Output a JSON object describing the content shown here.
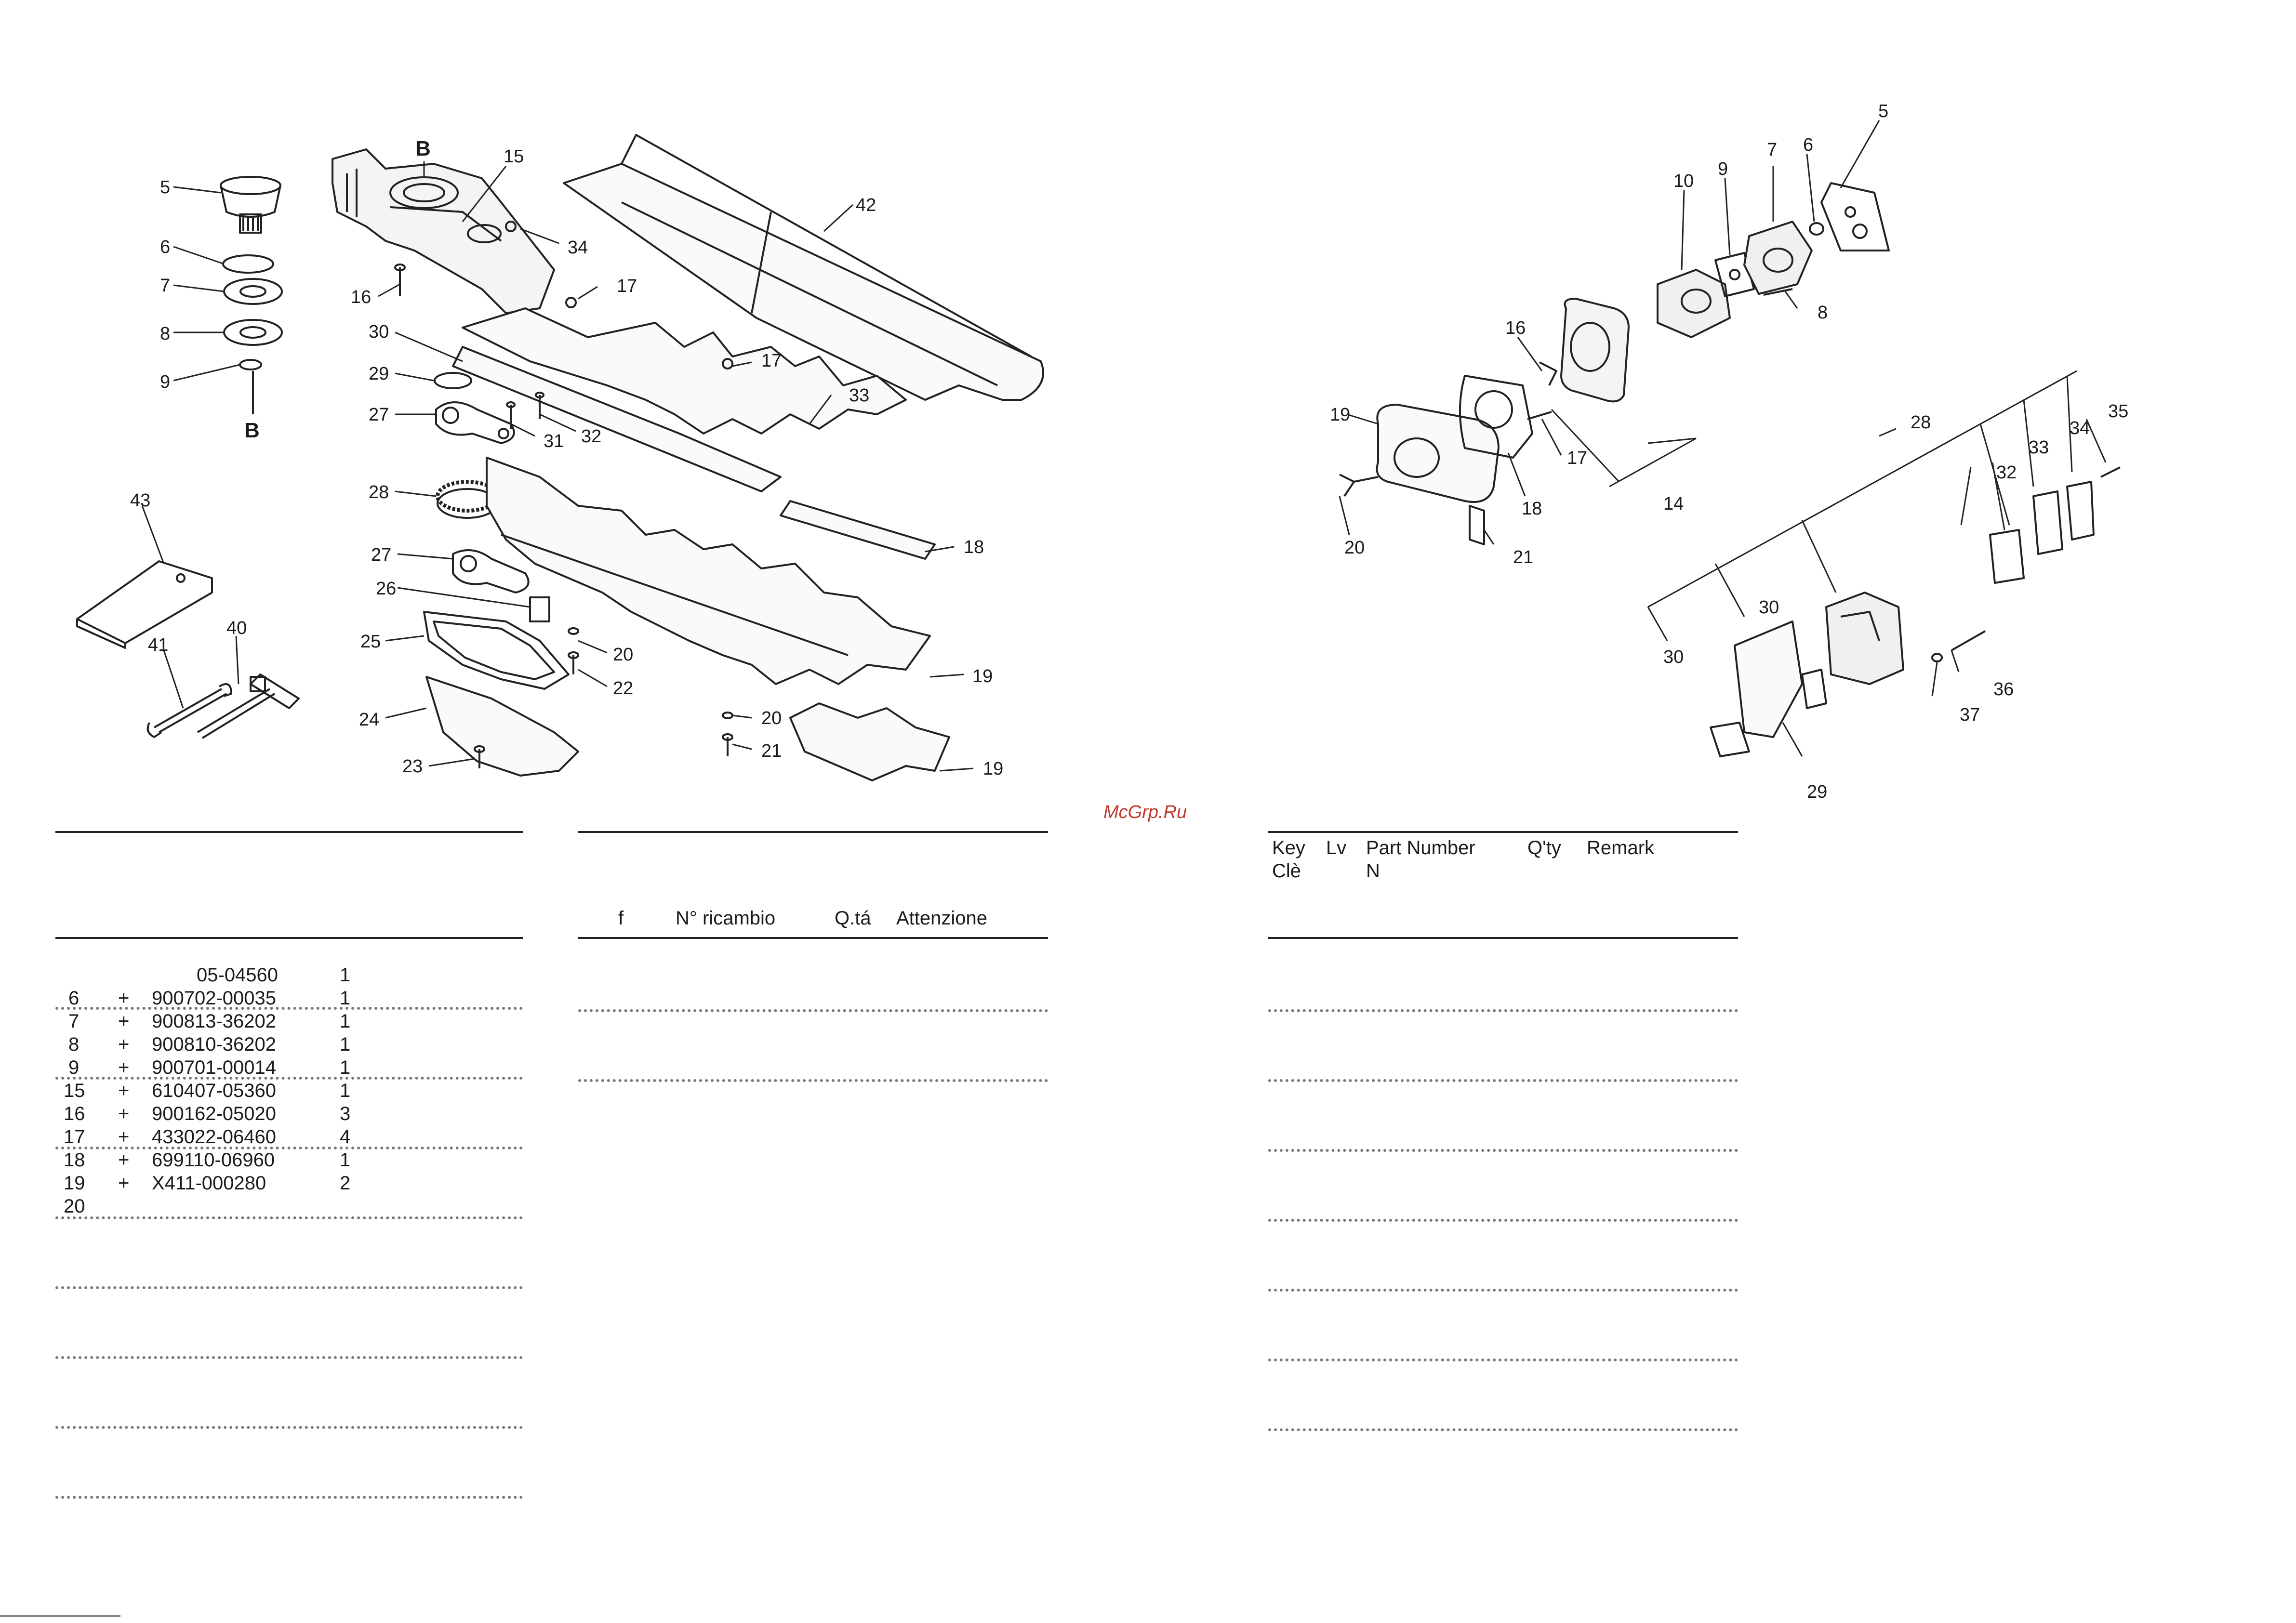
{
  "watermark": "McGrp.Ru",
  "left_callouts": [
    {
      "t": "B"
    },
    {
      "t": "15"
    },
    {
      "t": "5"
    },
    {
      "t": "6"
    },
    {
      "t": "7"
    },
    {
      "t": "8"
    },
    {
      "t": "9"
    },
    {
      "t": "B"
    },
    {
      "t": "34"
    },
    {
      "t": "16"
    },
    {
      "t": "17"
    },
    {
      "t": "42"
    },
    {
      "t": "30"
    },
    {
      "t": "29"
    },
    {
      "t": "17"
    },
    {
      "t": "27"
    },
    {
      "t": "31"
    },
    {
      "t": "32"
    },
    {
      "t": "33"
    },
    {
      "t": "28"
    },
    {
      "t": "43"
    },
    {
      "t": "27"
    },
    {
      "t": "18"
    },
    {
      "t": "26"
    },
    {
      "t": "25"
    },
    {
      "t": "20"
    },
    {
      "t": "22"
    },
    {
      "t": "19"
    },
    {
      "t": "41"
    },
    {
      "t": "40"
    },
    {
      "t": "24"
    },
    {
      "t": "20"
    },
    {
      "t": "21"
    },
    {
      "t": "23"
    },
    {
      "t": "19"
    }
  ],
  "right_callouts": [
    {
      "t": "5"
    },
    {
      "t": "10"
    },
    {
      "t": "9"
    },
    {
      "t": "7"
    },
    {
      "t": "6"
    },
    {
      "t": "8"
    },
    {
      "t": "16"
    },
    {
      "t": "19"
    },
    {
      "t": "17"
    },
    {
      "t": "18"
    },
    {
      "t": "14"
    },
    {
      "t": "20"
    },
    {
      "t": "21"
    },
    {
      "t": "28"
    },
    {
      "t": "35"
    },
    {
      "t": "34"
    },
    {
      "t": "33"
    },
    {
      "t": "32"
    },
    {
      "t": "30"
    },
    {
      "t": "30"
    },
    {
      "t": "36"
    },
    {
      "t": "37"
    },
    {
      "t": "29"
    }
  ],
  "table_middle": {
    "headers": [
      "f",
      "N° ricambio",
      "Q.tá",
      "Attenzione"
    ]
  },
  "table_right": {
    "headers": [
      {
        "line1": "Key",
        "line2": "Clè"
      },
      {
        "line1": "Lv",
        "line2": ""
      },
      {
        "line1": "Part Number",
        "line2": "N"
      },
      {
        "line1": "Q'ty",
        "line2": ""
      },
      {
        "line1": "Remark",
        "line2": ""
      }
    ]
  },
  "parts_list": [
    {
      "key": "",
      "lv": "",
      "part": "05-04560",
      "qty": "1"
    },
    {
      "key": "6",
      "lv": "+",
      "part": "900702-00035",
      "qty": "1"
    },
    {
      "key": "7",
      "lv": "+",
      "part": "900813-36202",
      "qty": "1"
    },
    {
      "key": "8",
      "lv": "+",
      "part": "900810-36202",
      "qty": "1"
    },
    {
      "key": "9",
      "lv": "+",
      "part": "900701-00014",
      "qty": "1"
    },
    {
      "key": "15",
      "lv": "+",
      "part": "610407-05360",
      "qty": "1"
    },
    {
      "key": "16",
      "lv": "+",
      "part": "900162-05020",
      "qty": "3"
    },
    {
      "key": "17",
      "lv": "+",
      "part": "433022-06460",
      "qty": "4"
    },
    {
      "key": "18",
      "lv": "+",
      "part": "699110-06960",
      "qty": "1"
    },
    {
      "key": "19",
      "lv": "+",
      "part": "X411-000280",
      "qty": "2"
    },
    {
      "key": "20",
      "lv": "",
      "part": "",
      "qty": ""
    }
  ]
}
